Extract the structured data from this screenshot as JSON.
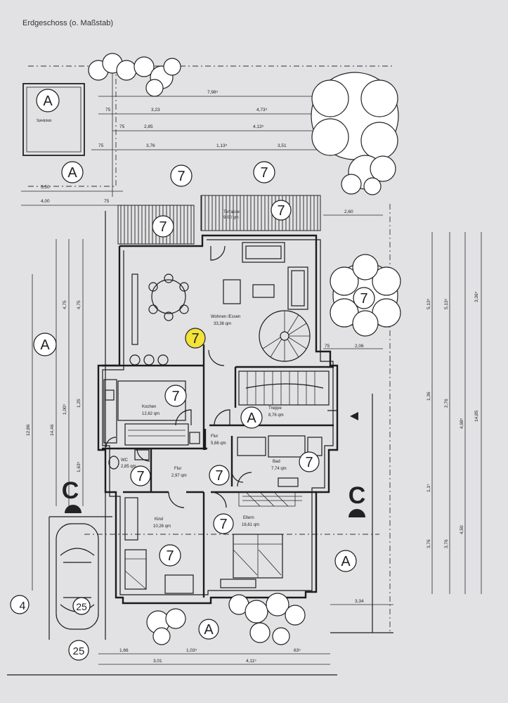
{
  "title": "Erdgeschoss (o. Maßstab)",
  "zones": {
    "A": "A",
    "seven": "7",
    "C": "C"
  },
  "corner_numbers": {
    "left": "4",
    "bottom": "25",
    "car": "25"
  },
  "sandbox_label": "Spielplatz",
  "rooms": [
    {
      "name": "Terrasse",
      "area": "9,00 qm"
    },
    {
      "name": "Wohnen /Essen",
      "area": "33,36 qm"
    },
    {
      "name": "Kochen",
      "area": "12,62 qm"
    },
    {
      "name": "Treppe",
      "area": "8,76 qm"
    },
    {
      "name": "Flur",
      "area": "5,66 qm"
    },
    {
      "name": "WC",
      "area": "2,85 qm"
    },
    {
      "name": "Flur",
      "area": "2,97 qm"
    },
    {
      "name": "Bad",
      "area": "7,74 qm"
    },
    {
      "name": "Kind",
      "area": "10,26 qm"
    },
    {
      "name": "Eltern",
      "area": "16,61 qm"
    }
  ],
  "dimensions": {
    "top": [
      "7,98⁵",
      "3,23",
      "4,73⁵",
      "2,85",
      "4,13⁵",
      "3,76",
      "1,13⁵",
      "3,51",
      "75",
      "75",
      "75"
    ],
    "left": [
      "5,50",
      "4,00",
      "75"
    ],
    "vertical_left": [
      "4,75",
      "4,75",
      "1,25",
      "1,00⁵",
      "14,46",
      "12,86",
      "1,63⁵"
    ],
    "right": [
      "2,60",
      "75",
      "2,06",
      "5,13⁵",
      "5,13⁵",
      "3,36⁵",
      "1,36",
      "2,76",
      "4,98⁵",
      "14,85",
      "1,1⁵",
      "3,76",
      "3,76",
      "4,50",
      "3,34"
    ],
    "bottom": [
      "1,66",
      "3,01",
      "1,03⁵",
      "4,11⁵",
      "63⁵"
    ]
  }
}
